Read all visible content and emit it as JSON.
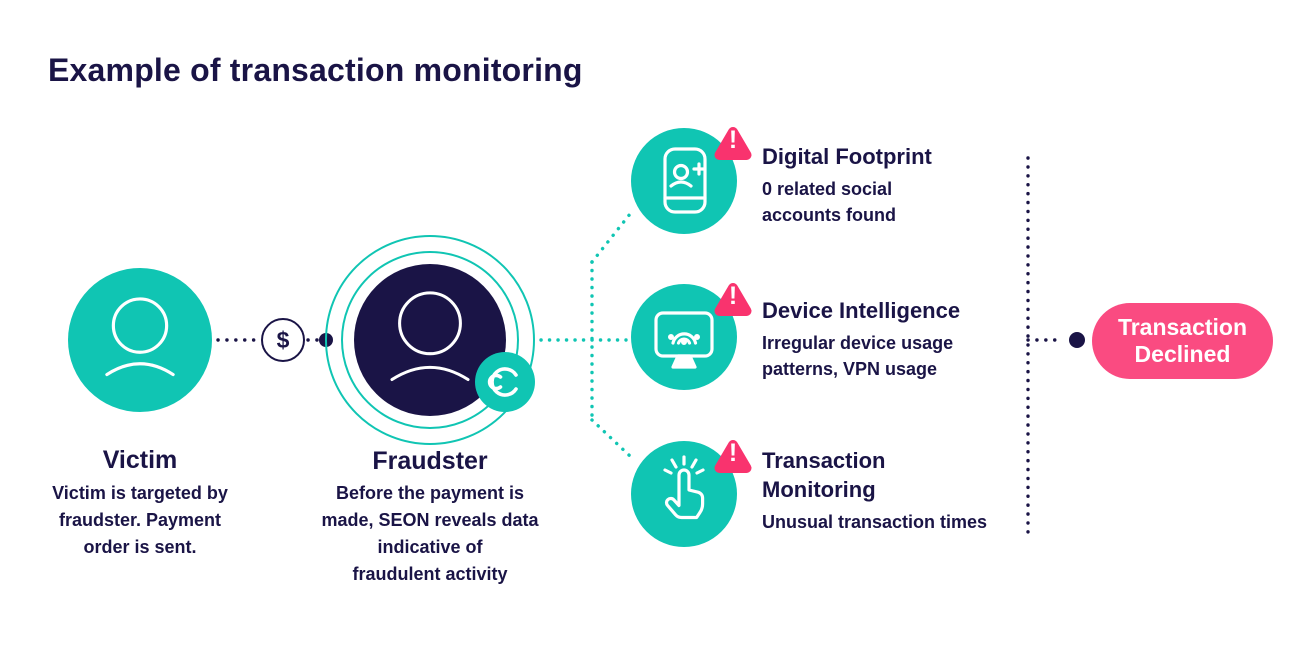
{
  "title": "Example of transaction monitoring",
  "colors": {
    "navy": "#1A1446",
    "teal": "#10C5B3",
    "pink": "#FA4B81",
    "badge_pink": "#F9336E",
    "white": "#FFFFFF"
  },
  "victim": {
    "label": "Victim",
    "description": "Victim is targeted by\nfraudster. Payment\norder is sent."
  },
  "payment": {
    "symbol": "$"
  },
  "fraudster": {
    "label": "Fraudster",
    "description": "Before the payment is\nmade, SEON reveals data\nindicative of\nfraudulent activity"
  },
  "checks": [
    {
      "heading": "Digital Footprint",
      "detail": "0 related social\naccounts found",
      "icon": "phone-add-contact-icon",
      "alert": "!"
    },
    {
      "heading": "Device Intelligence",
      "detail": "Irregular device usage\npatterns, VPN usage",
      "icon": "monitor-fingerprint-icon",
      "alert": "!"
    },
    {
      "heading": "Transaction\nMonitoring",
      "detail": "Unusual transaction times",
      "icon": "tap-click-icon",
      "alert": "!"
    }
  ],
  "result": {
    "label": "Transaction\nDeclined"
  }
}
